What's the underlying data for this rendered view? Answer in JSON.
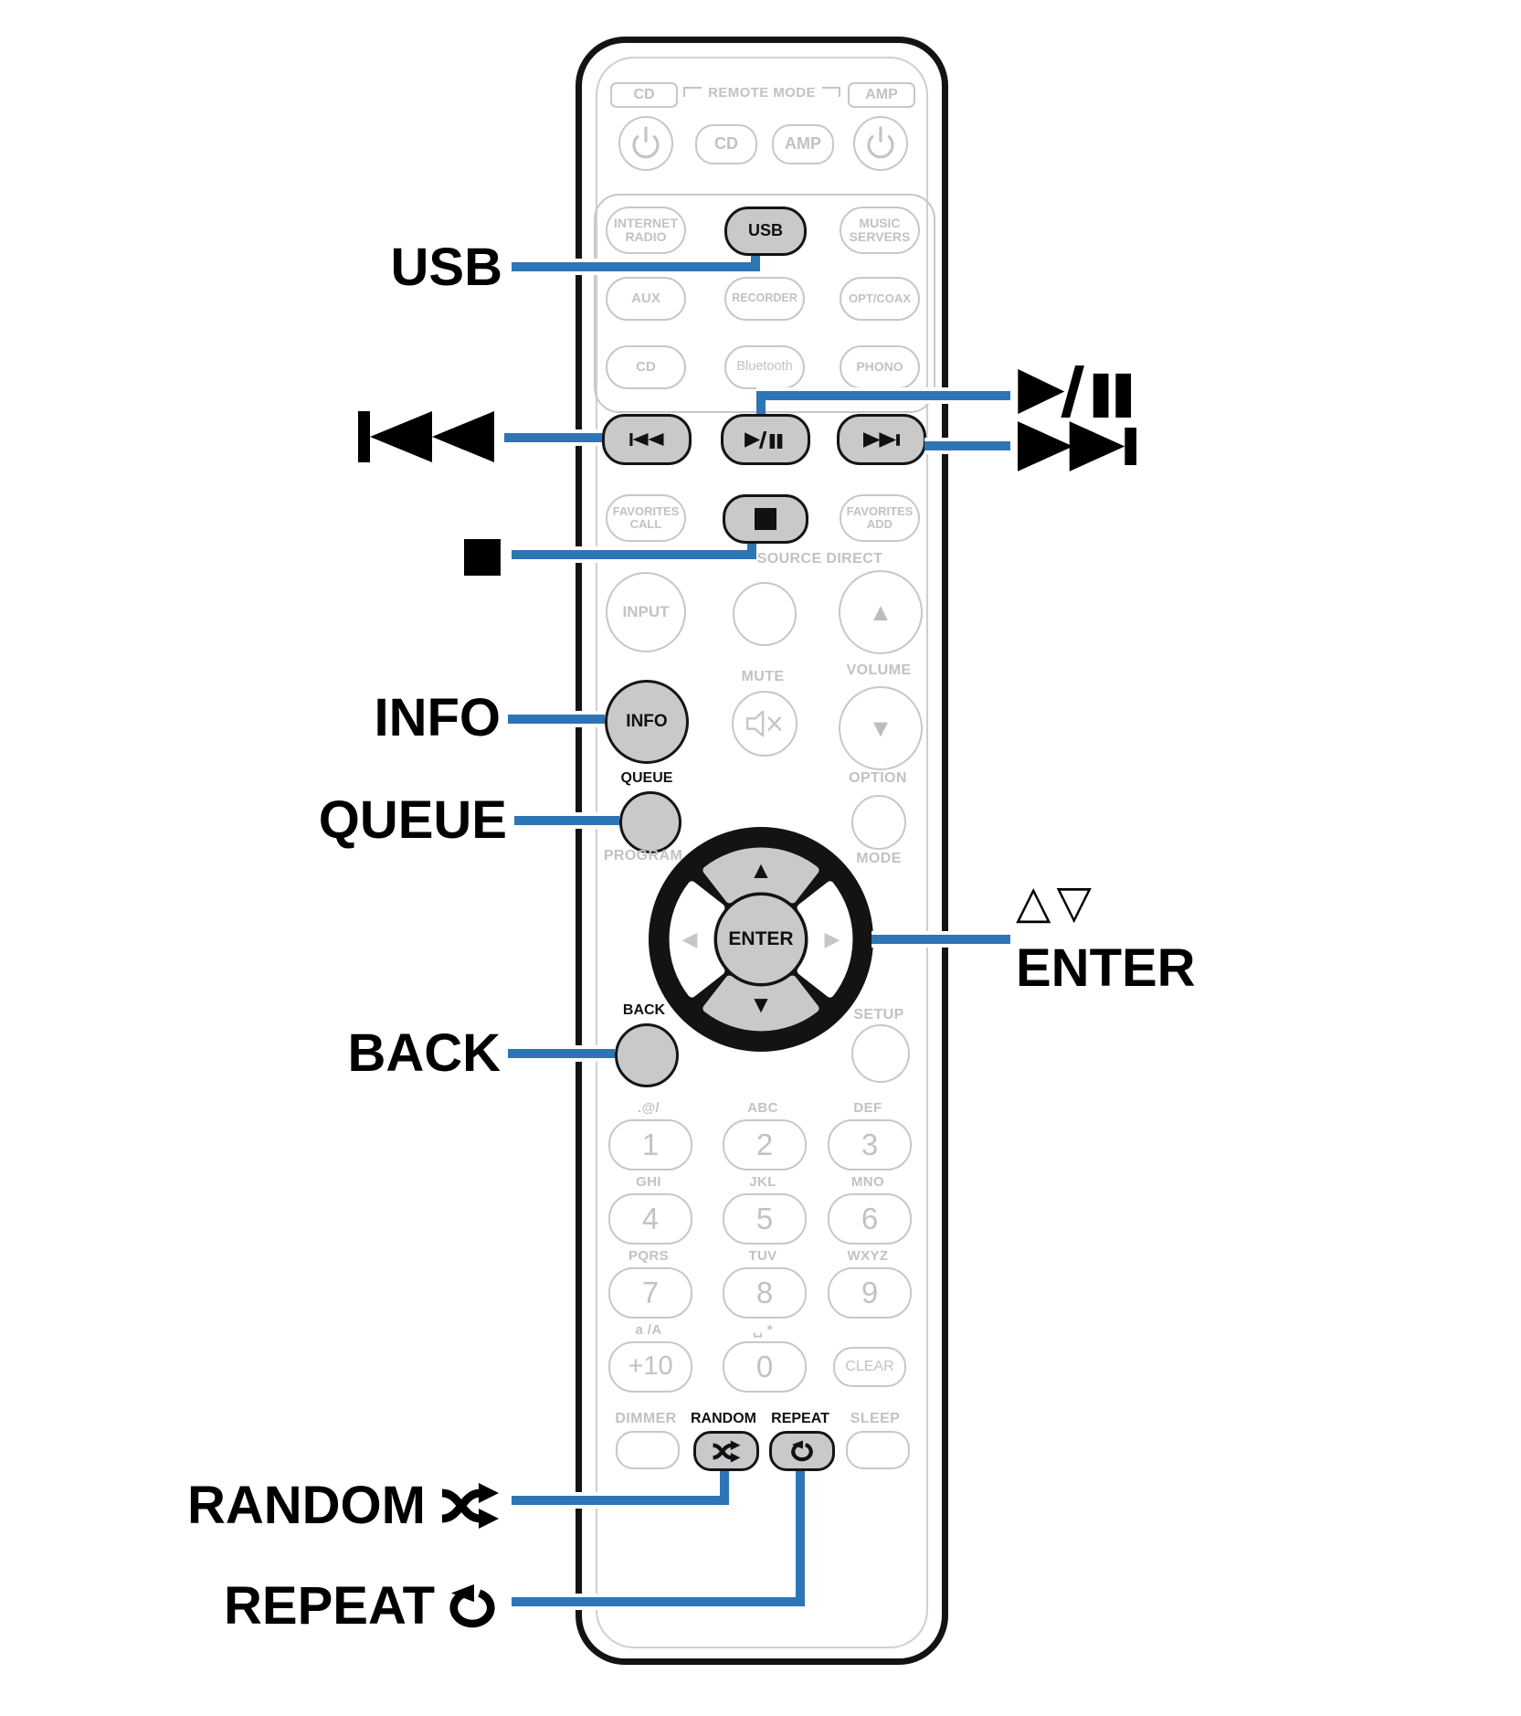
{
  "colors": {
    "accent_blue": "#2e75b6",
    "highlight_fill": "#c9c9c9",
    "outline_gray": "#c7c7c7",
    "label_gray": "#c2c2c2",
    "ink_black": "#111111"
  },
  "callouts": {
    "usb": "USB",
    "info": "INFO",
    "queue": "QUEUE",
    "back": "BACK",
    "random": "RANDOM",
    "repeat": "REPEAT",
    "cursor": "△▽",
    "enter": "ENTER"
  },
  "header": {
    "cd_mode": "CD",
    "remote_mode": "REMOTE MODE",
    "amp_mode": "AMP",
    "cd": "CD",
    "amp": "AMP"
  },
  "sources": {
    "internet_radio": "INTERNET\nRADIO",
    "usb": "USB",
    "music_servers": "MUSIC\nSERVERS",
    "aux": "AUX",
    "recorder": "RECORDER",
    "opt_coax": "OPT/COAX",
    "cd": "CD",
    "bluetooth": "Bluetooth",
    "phono": "PHONO"
  },
  "playback": {
    "favorites_call": "FAVORITES\nCALL",
    "favorites_add": "FAVORITES\nADD"
  },
  "labels": {
    "source_direct": "SOURCE DIRECT",
    "input": "INPUT",
    "mute": "MUTE",
    "volume": "VOLUME",
    "info": "INFO",
    "queue": "QUEUE",
    "option": "OPTION",
    "program": "PROGRAM",
    "mode": "MODE",
    "enter": "ENTER",
    "back": "BACK",
    "setup": "SETUP",
    "dimmer": "DIMMER",
    "random": "RANDOM",
    "repeat": "REPEAT",
    "sleep": "SLEEP"
  },
  "numpad": {
    "keys": [
      {
        "letters": ".@/",
        "digit": "1"
      },
      {
        "letters": "ABC",
        "digit": "2"
      },
      {
        "letters": "DEF",
        "digit": "3"
      },
      {
        "letters": "GHI",
        "digit": "4"
      },
      {
        "letters": "JKL",
        "digit": "5"
      },
      {
        "letters": "MNO",
        "digit": "6"
      },
      {
        "letters": "PQRS",
        "digit": "7"
      },
      {
        "letters": "TUV",
        "digit": "8"
      },
      {
        "letters": "WXYZ",
        "digit": "9"
      },
      {
        "letters": "a /A",
        "digit": "+10"
      },
      {
        "letters": "␣ *",
        "digit": "0"
      },
      {
        "letters": "",
        "digit": "CLEAR"
      }
    ]
  }
}
